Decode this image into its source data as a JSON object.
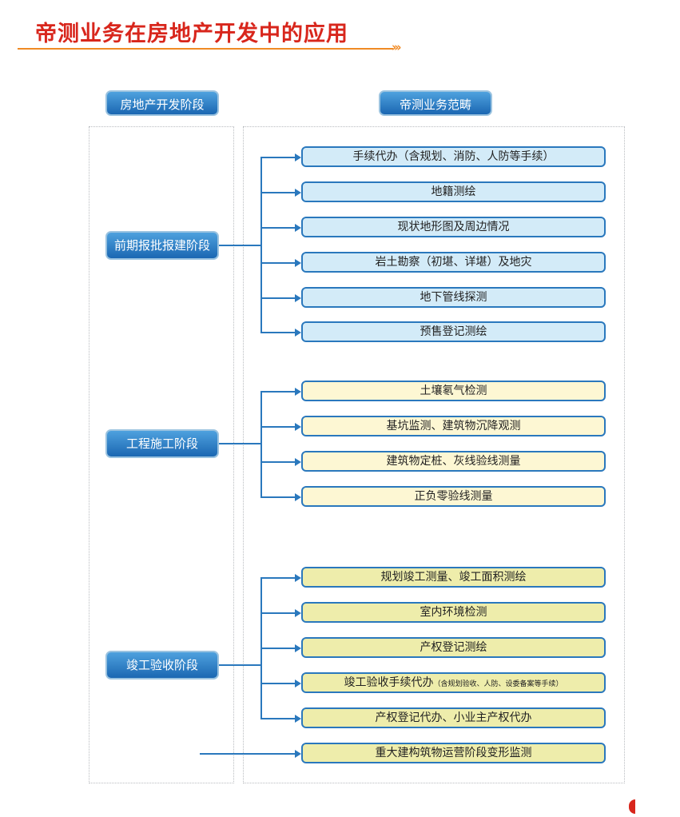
{
  "title": "帝测业务在房地产开发中的应用",
  "title_arrow": "›››",
  "headers": {
    "left": "房地产开发阶段",
    "right": "帝测业务范畴"
  },
  "stages": [
    {
      "label": "前期报批报建阶段",
      "items": [
        {
          "text": "手续代办（含规划、消防、人防等手续）"
        },
        {
          "text": "地籍测绘"
        },
        {
          "text": "现状地形图及周边情况"
        },
        {
          "text": "岩土勘察（初堪、详堪）及地灾"
        },
        {
          "text": "地下管线探测"
        },
        {
          "text": "预售登记测绘"
        }
      ]
    },
    {
      "label": "工程施工阶段",
      "items": [
        {
          "text": "土壤氡气检测"
        },
        {
          "text": "基坑监测、建筑物沉降观测"
        },
        {
          "text": "建筑物定桩、灰线验线测量"
        },
        {
          "text": "正负零验线测量"
        }
      ]
    },
    {
      "label": "竣工验收阶段",
      "items": [
        {
          "text": "规划竣工测量、竣工面积测绘"
        },
        {
          "text": "室内环境检测"
        },
        {
          "text": "产权登记测绘"
        },
        {
          "text": "竣工验收手续代办",
          "note": "（含规划验收、人防、设委备案等手续）"
        },
        {
          "text": "产权登记代办、小业主产权代办"
        }
      ]
    }
  ],
  "extra_item": {
    "text": "重大建构筑物运营阶段变形监测"
  },
  "colors": {
    "title": "#d8261c",
    "accent_line": "#f08a24",
    "connector": "#2a78bd",
    "stage_fill": "#1b67b2",
    "item_blue": "#d3ebf8",
    "item_yellow": "#fdf7d3",
    "item_khaki": "#eeedab"
  }
}
